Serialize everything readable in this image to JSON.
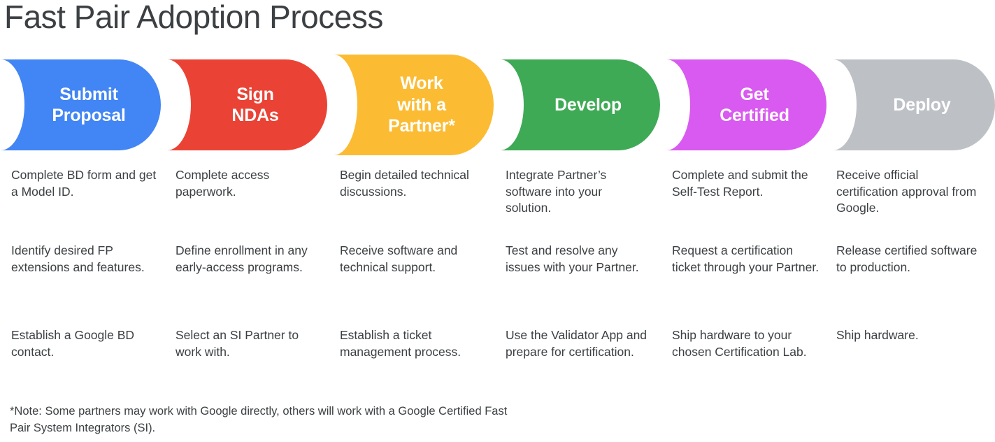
{
  "page": {
    "title": "Fast Pair Adoption Process",
    "background_color": "#ffffff",
    "text_color": "#3c4043"
  },
  "process": {
    "steps": [
      {
        "label": "Submit\nProposal",
        "label_line1": "Submit",
        "label_line2": "Proposal",
        "color": "#4285f4",
        "color_name": "blue",
        "items": [
          "Complete BD form and get a Model ID.",
          "Identify desired FP extensions and features.",
          "Establish a Google BD contact."
        ]
      },
      {
        "label": "Sign\nNDAs",
        "label_line1": "Sign",
        "label_line2": "NDAs",
        "color": "#ea4335",
        "color_name": "red",
        "items": [
          "Complete access paperwork.",
          "Define enrollment in any early-access programs.",
          "Select an SI Partner to work with."
        ]
      },
      {
        "label": "Work\nwith a\nPartner*",
        "label_line1": "Work",
        "label_line2": "with a",
        "label_line3": "Partner*",
        "color": "#fbbc34",
        "color_name": "yellow",
        "items": [
          "Begin detailed technical discussions.",
          "Receive software and technical support.",
          "Establish a ticket management process."
        ]
      },
      {
        "label": "Develop",
        "label_line1": "Develop",
        "color": "#3eaa55",
        "color_name": "green",
        "items": [
          "Integrate Partner’s software into your solution.",
          "Test and resolve any issues with your Partner.",
          "Use the Validator App and prepare for certification."
        ]
      },
      {
        "label": "Get\nCertified",
        "label_line1": "Get",
        "label_line2": "Certified",
        "color": "#d95af0",
        "color_name": "magenta",
        "items": [
          "Complete and submit the Self-Test Report.",
          "Request a certification ticket through your Partner.",
          "Ship hardware to your chosen Certification Lab."
        ]
      },
      {
        "label": "Deploy",
        "label_line1": "Deploy",
        "color": "#bdc1c6",
        "color_name": "gray",
        "items": [
          "Receive official certification approval from Google.",
          "Release certified software to production.",
          "Ship hardware."
        ]
      }
    ]
  },
  "footnote": {
    "text": "*Note: Some partners may work with Google directly, others will work with a Google Certified Fast Pair System Integrators (SI)."
  }
}
